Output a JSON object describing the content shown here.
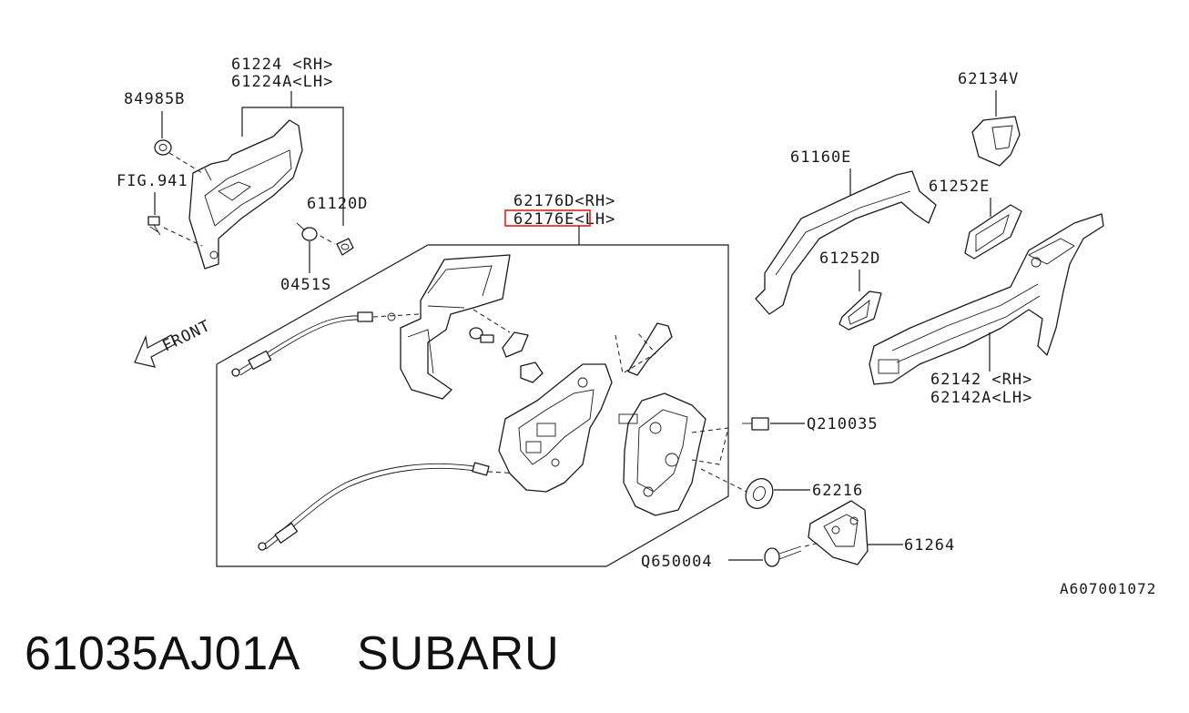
{
  "callouts": {
    "handle_inner_rh": "61224 <RH>",
    "handle_inner_lh": "61224A<LH>",
    "nut": "84985B",
    "fig": "FIG.941",
    "cap": "61120D",
    "screw": "0451S",
    "latch_rh": "62176D<RH>",
    "latch_lh": "62176E<LH>",
    "cover": "62134V",
    "outer_handle": "61160E",
    "pad_e": "61252E",
    "pad_d": "61252D",
    "frame_rh": "62142 <RH>",
    "frame_lh": "62142A<LH>",
    "bolt": "Q210035",
    "grommet": "62216",
    "screw2": "Q650004",
    "striker": "61264",
    "front": "FRONT",
    "diagram_id": "A607001072"
  },
  "highlight": {
    "target": "62176E",
    "color": "#e02020"
  },
  "footer": {
    "part_number": "61035AJ01A",
    "brand": "SUBARU"
  }
}
